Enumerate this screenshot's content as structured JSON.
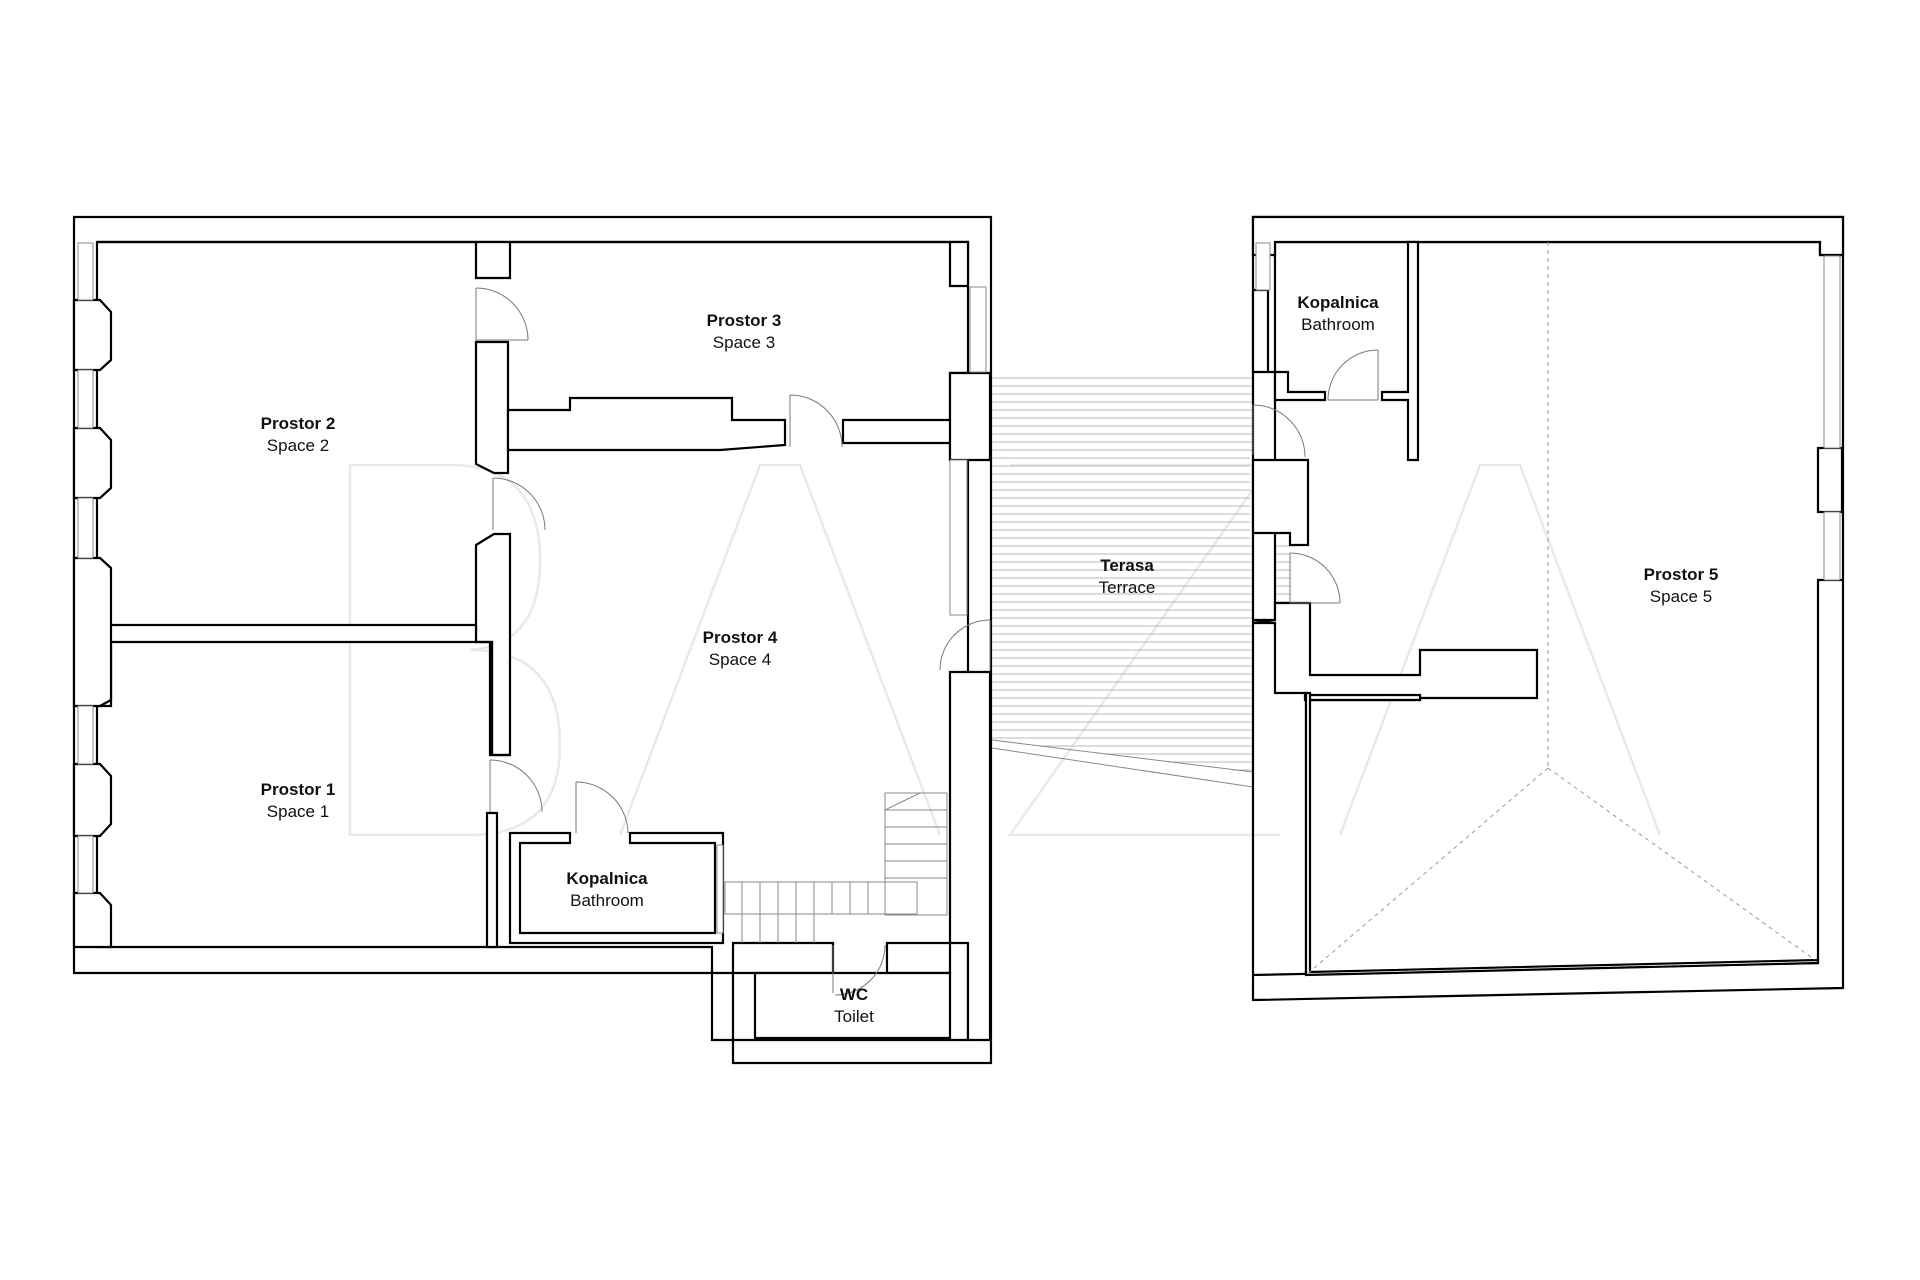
{
  "rooms": {
    "space1": {
      "name": "Prostor 1",
      "sub": "Space 1"
    },
    "space2": {
      "name": "Prostor 2",
      "sub": "Space 2"
    },
    "space3": {
      "name": "Prostor 3",
      "sub": "Space 3"
    },
    "space4": {
      "name": "Prostor 4",
      "sub": "Space 4"
    },
    "space5": {
      "name": "Prostor 5",
      "sub": "Space 5"
    },
    "bathroom_left": {
      "name": "Kopalnica",
      "sub": "Bathroom"
    },
    "bathroom_right": {
      "name": "Kopalnica",
      "sub": "Bathroom"
    },
    "wc": {
      "name": "WC",
      "sub": "Toilet"
    },
    "terrace": {
      "name": "Terasa",
      "sub": "Terrace"
    }
  },
  "watermark": {
    "text": "BAZA"
  },
  "colors": {
    "wall": "#000000",
    "background": "#ffffff",
    "watermark": "#e9e9e9"
  }
}
